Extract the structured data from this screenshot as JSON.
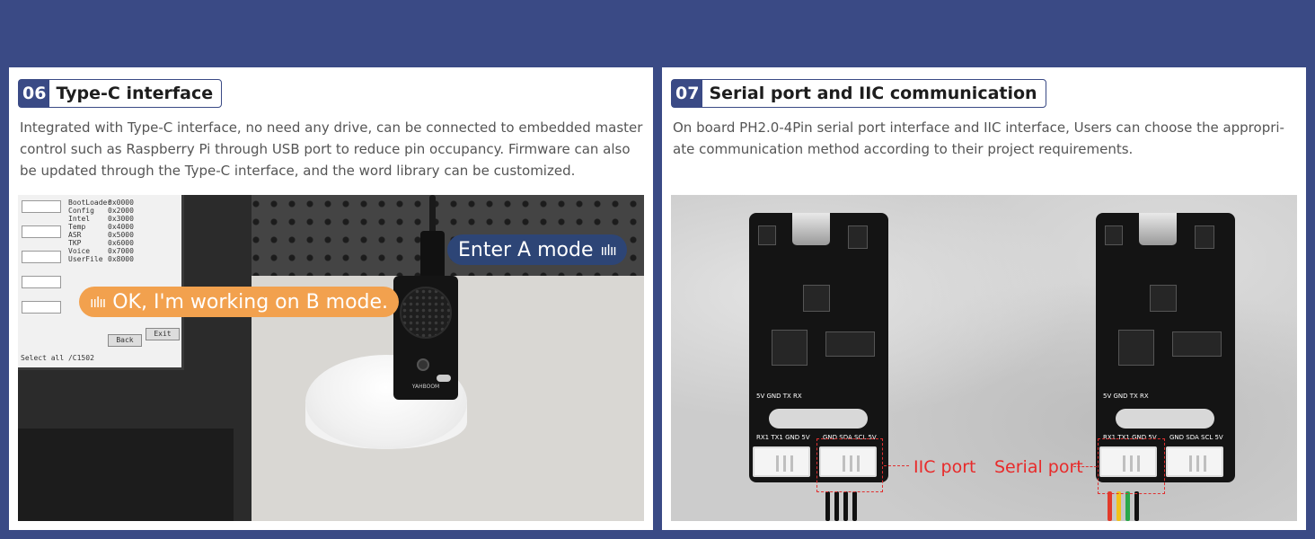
{
  "sections": [
    {
      "number": "06",
      "title": "Type-C interface",
      "description": "Integrated with Type-C interface, no need any drive, can be connected to embedded master control such as Raspberry Pi through USB port to reduce pin occupancy. Firmware can also be updated through the Type-C interface, and the word library can be customized.",
      "bubble_enter": "Enter A mode",
      "bubble_ok": "OK, I'm working on B mode.",
      "screen_buttons": [
        "Back",
        "Exit"
      ],
      "screen_footer": "Select all  /C1502",
      "screen_items": [
        "BootLoader",
        "Config",
        "Intel",
        "Temp",
        "ASR",
        "TKP",
        "Voice",
        "UserFile"
      ],
      "screen_values": [
        "0x0000",
        "0x2000",
        "0x3000",
        "0x4000",
        "0x5000",
        "0x6000",
        "0x7000",
        "0x8000"
      ],
      "module_brand": "YAHBOOM"
    },
    {
      "number": "07",
      "title": "Serial port and IIC communication",
      "description": "On board PH2.0-4Pin serial port interface and IIC interface, Users can choose the appropri-ate communication method according to their project requirements.",
      "board_pins": "5V GND TX  RX",
      "left_conn_label": "RX1 TX1 GND 5V",
      "right_conn_label": "GND SDA SCL 5V",
      "iic_label": "IIC port",
      "serial_label": "Serial port"
    }
  ],
  "colors": {
    "background": "#3a4a85",
    "accent_red": "#e82a2a",
    "bubble_blue": "#2d4576",
    "bubble_orange": "#f2a14e"
  }
}
